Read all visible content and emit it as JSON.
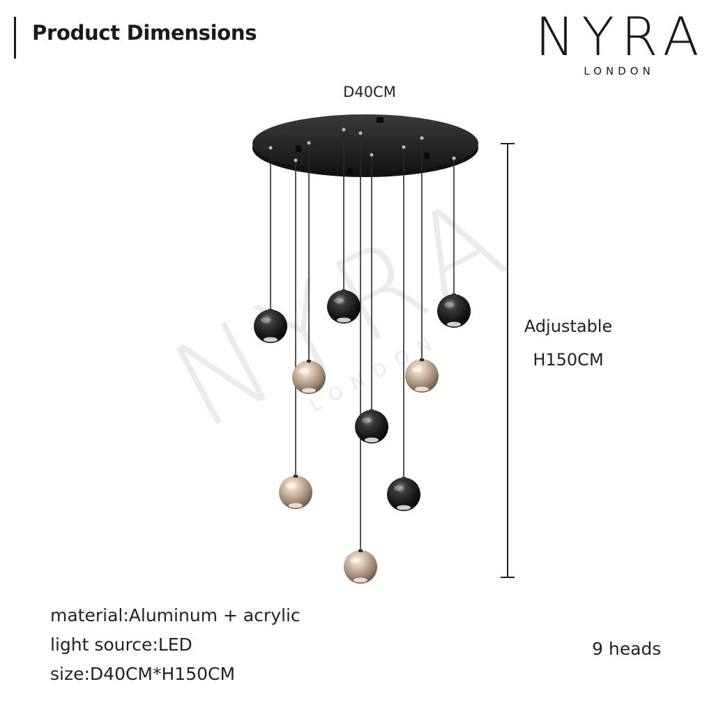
{
  "header": {
    "title": "Product Dimensions"
  },
  "logo": {
    "name": "NYRA",
    "subtitle": "LONDON"
  },
  "dimensions": {
    "diameter": "D40CM",
    "height_line1": "Adjustable",
    "height_line2": "H150CM"
  },
  "specs": [
    {
      "label": "material:",
      "value": "Aluminum + acrylic"
    },
    {
      "label": "light source:",
      "value": "LED"
    },
    {
      "label": "size:",
      "value": "D40CM*H150CM"
    }
  ],
  "heads": "9 heads",
  "colors": {
    "canopy": "#1e1e1e",
    "black_globe": "#161616",
    "gold_globe": "#b39a85"
  },
  "watermark": {
    "name": "NYRA",
    "subtitle": "LONDON"
  },
  "icons": {
    "pendant": "pendant-light-illustration"
  }
}
